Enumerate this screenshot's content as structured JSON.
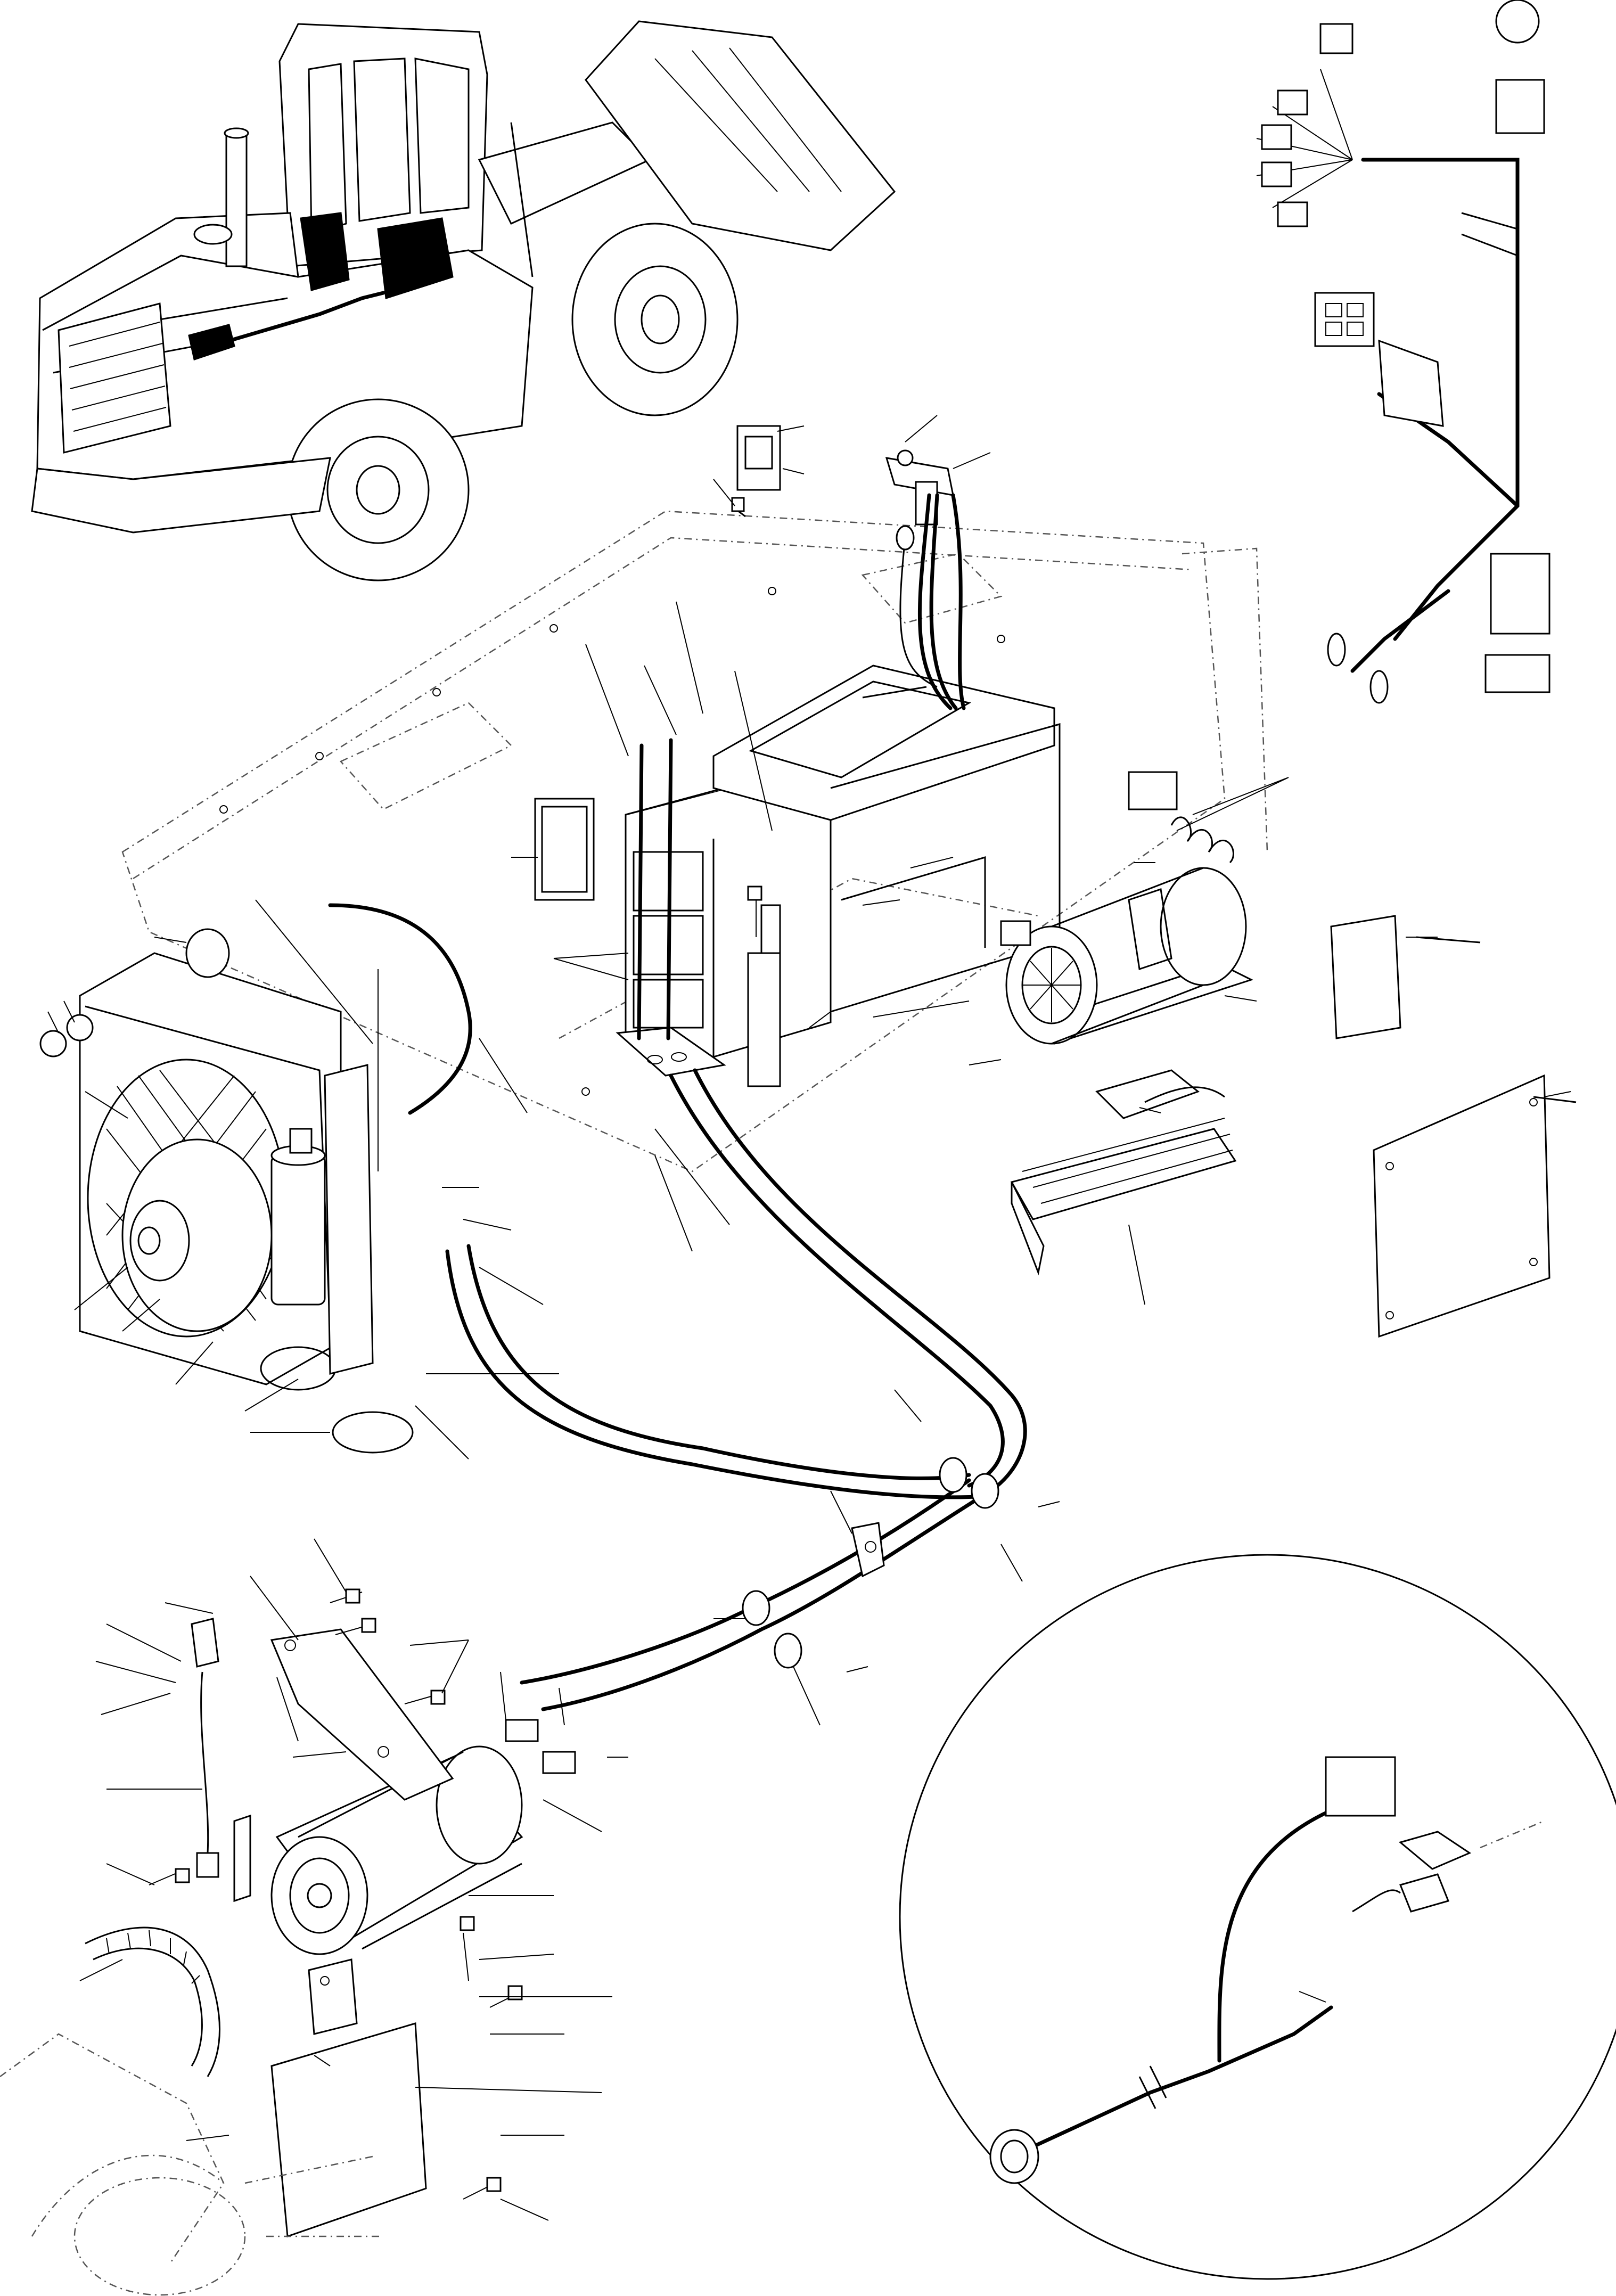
{
  "diagram": {
    "type": "exploded-parts-diagram",
    "labels": [],
    "assemblies": [
      {
        "id": "loader-overview",
        "icon": "wheel-loader-icon"
      },
      {
        "id": "cab-floor",
        "icon": "cab-floor-plate-icon"
      },
      {
        "id": "heater-unit",
        "icon": "heater-box-icon"
      },
      {
        "id": "blower",
        "icon": "blower-fan-icon"
      },
      {
        "id": "condenser",
        "icon": "condenser-fan-icon"
      },
      {
        "id": "compressor",
        "icon": "ac-compressor-icon"
      },
      {
        "id": "receiver-drier",
        "icon": "receiver-drier-icon"
      },
      {
        "id": "wiring-harness",
        "icon": "wiring-harness-icon"
      },
      {
        "id": "harness-detail",
        "icon": "detail-circle-icon"
      },
      {
        "id": "resistor",
        "icon": "heatsink-icon"
      },
      {
        "id": "cover-plate",
        "icon": "cover-plate-icon"
      },
      {
        "id": "drive-belt",
        "icon": "drive-belt-icon"
      }
    ]
  }
}
